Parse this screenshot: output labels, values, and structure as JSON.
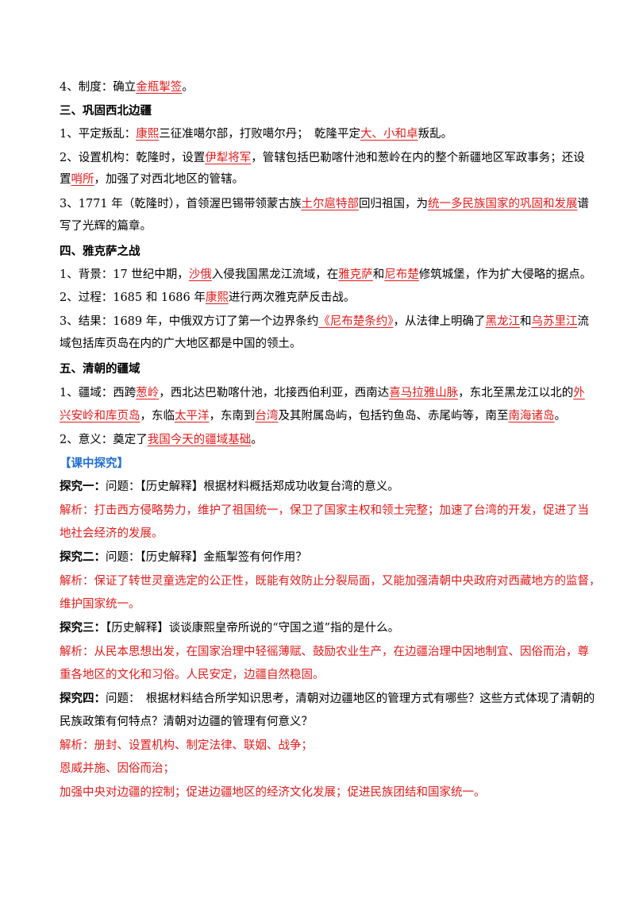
{
  "s1": {
    "pre": "4、制度：确立",
    "u1": "金瓶掣签",
    "post": "。"
  },
  "h3": "三、巩固西北边疆",
  "p31": {
    "pre": "1、平定叛乱：",
    "u1": "康熙",
    "mid": "三征准噶尔部，打败噶尔丹；　乾隆平定",
    "u2": "大、小和卓",
    "post": "叛乱。"
  },
  "p32": {
    "pre": "2、设置机构：乾隆时，设置",
    "u1": "伊犁将军",
    "post": "，管辖包括巴勒喀什池和葱岭在内的整个新疆地区军政事务；还设"
  },
  "p32b": {
    "pre": "置",
    "u1": "哨所",
    "post": "，加强了对西北地区的管辖。"
  },
  "p33": {
    "pre": "3、1771 年（乾隆时），首领渥巴锡带领蒙古族",
    "u1": "土尔扈特部",
    "mid": "回归祖国，为",
    "u2": "统一多民族国家的巩固和发展",
    "post": "谱"
  },
  "p33b": "写了光辉的篇章。",
  "h4": "四、雅克萨之战",
  "p41": {
    "pre": "1、背景：17 世纪中期，",
    "u1": "沙俄",
    "mid": "入侵我国黑龙江流域，在",
    "u2": "雅克萨",
    "mid2": "和",
    "u3": "尼布楚",
    "post": "修筑城堡，作为扩大侵略的据点。"
  },
  "p42": {
    "pre": "2、过程：1685 和 1686 年",
    "u1": "康熙",
    "post": "进行两次雅克萨反击战。"
  },
  "p43": {
    "pre": "3、结果：1689 年，中俄双方订了第一个边界条约",
    "u1": "《尼布楚条约》",
    "mid": "，从法律上明确了",
    "u2": "黑龙江",
    "mid2": "和",
    "u3": "乌苏里江",
    "post": "流"
  },
  "p43b": "域包括库页岛在内的广大地区都是中国的领土。",
  "h5": "五、清朝的疆域",
  "p51": {
    "pre": "1、疆域：西跨",
    "u1": "葱岭",
    "mid": "，西北达巴勒喀什池，北接西伯利亚，西南达",
    "u2": "喜马拉雅山脉",
    "mid2": "，东北至黑龙江以北的",
    "u3": "外"
  },
  "p51b": {
    "u1": "兴安岭和库页岛",
    "mid": "，东临",
    "u2": "太平洋",
    "mid2": "，东南到",
    "u3": "台湾",
    "mid3": "及其附属岛屿，包括钓鱼岛、赤尾屿等，南至",
    "u4": "南海诸岛",
    "post": "。"
  },
  "p52": {
    "pre": "2、意义：奠定了",
    "u1": "我国今天的疆域基础",
    "post": "。"
  },
  "explore": "【课中探究】",
  "e1q": {
    "label": "探究一：",
    "text": "问题：【历史解释】根据材料概括郑成功收复台湾的意义。"
  },
  "e1a": [
    "解析：打击西方侵略势力，维护了祖国统一，保卫了国家主权和领土完整；加速了台湾的开发，促进了当",
    "地社会经济的发展。"
  ],
  "e2q": {
    "label": "探究二：",
    "text": "问题：【历史解释】金瓶掣签有何作用？"
  },
  "e2a": [
    "解析：保证了转世灵童选定的公正性，既能有效防止分裂局面，又能加强清朝中央政府对西藏地方的监督，",
    "维护国家统一。"
  ],
  "e3q": {
    "label": "探究三：",
    "text": "【历史解释】谈谈康熙皇帝所说的“守国之道”指的是什么。"
  },
  "e3a": [
    "解析：从民本思想出发，在国家治理中轻徭薄赋、鼓励农业生产，在边疆治理中因地制宜、因俗而治，尊",
    "重各地区的文化和习俗。人民安定，边疆自然稳固。"
  ],
  "e4q": {
    "label": "探究四：",
    "text": "问题：　根据材料结合所学知识思考，清朝对边疆地区的管理方式有哪些？这些方式体现了清朝的"
  },
  "e4q2": "民族政策有何特点？清朝对边疆的管理有何意义？",
  "e4a": [
    "解析：册封、设置机构、制定法律、联姻、战争；",
    "恩威并施、因俗而治；",
    "加强中央对边疆的控制；促进边疆地区的经济文化发展；促进民族团结和国家统一。"
  ]
}
